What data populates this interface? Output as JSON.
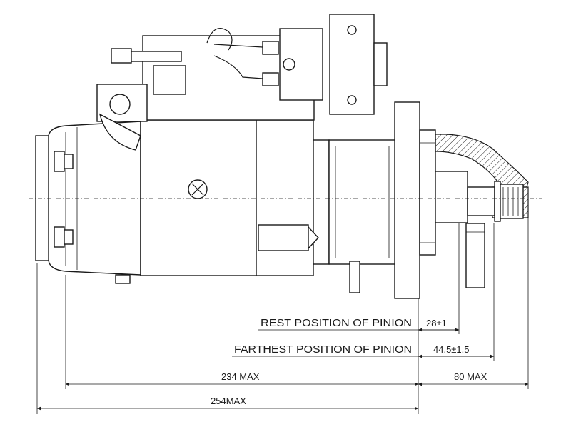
{
  "labels": {
    "rest_position": "REST POSITION OF PINION",
    "farthest_position": "FARTHEST POSITION OF PINION"
  },
  "dimensions": {
    "rest_value": "28±1",
    "farthest_value": "44.5±1.5",
    "length_234": "234 MAX",
    "length_80": "80 MAX",
    "length_254": "254MAX"
  },
  "colors": {
    "line": "#1a1a1a",
    "background": "#ffffff"
  }
}
